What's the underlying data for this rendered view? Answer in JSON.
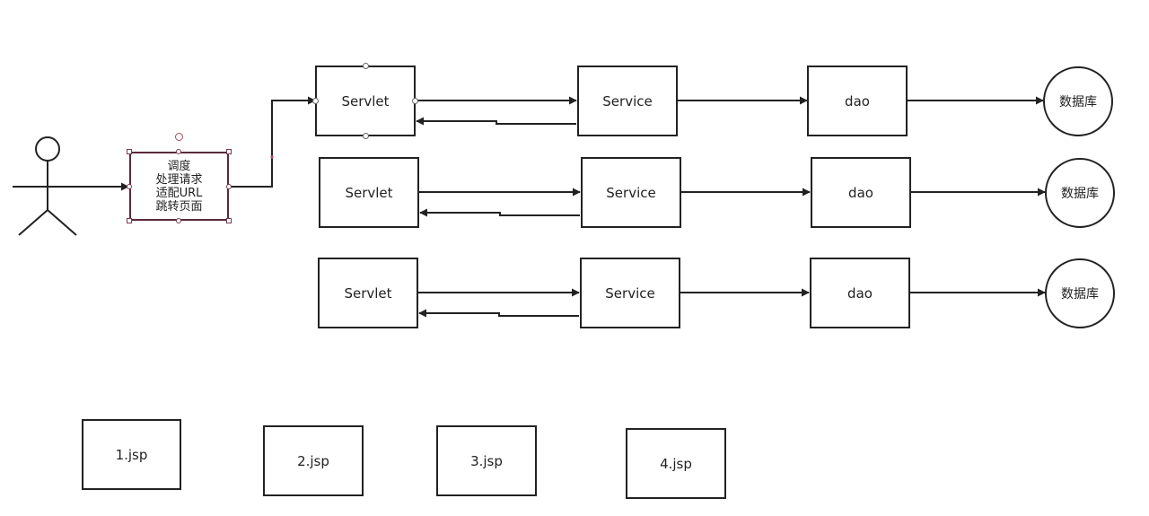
{
  "dispatcher": {
    "lines": [
      "调度",
      "处理请求",
      "适配URL",
      "跳转页面"
    ]
  },
  "rows": [
    {
      "servlet": "Servlet",
      "service": "Service",
      "dao": "dao",
      "db": "数据库"
    },
    {
      "servlet": "Servlet",
      "service": "Service",
      "dao": "dao",
      "db": "数据库"
    },
    {
      "servlet": "Servlet",
      "service": "Service",
      "dao": "dao",
      "db": "数据库"
    }
  ],
  "pages": [
    "1.jsp",
    "2.jsp",
    "3.jsp",
    "4.jsp"
  ],
  "icons": {
    "actor": "stick-figure-icon",
    "move": "move-cursor-icon"
  }
}
